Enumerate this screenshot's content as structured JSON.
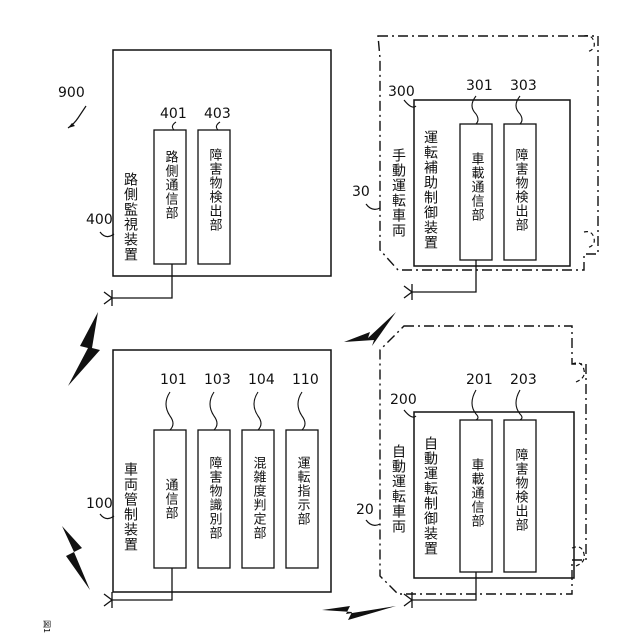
{
  "figure": {
    "label": "図1",
    "system_number": "900"
  },
  "road_device": {
    "number": "400",
    "title": "路側監視装置",
    "units": [
      {
        "number": "401",
        "label": "路側通信部"
      },
      {
        "number": "403",
        "label": "障害物検出部"
      }
    ]
  },
  "vehicle_control": {
    "number": "100",
    "title": "車両管制装置",
    "units": [
      {
        "number": "101",
        "label": "通信部"
      },
      {
        "number": "103",
        "label": "障害物識別部"
      },
      {
        "number": "104",
        "label": "混雑度判定部"
      },
      {
        "number": "110",
        "label": "運転指示部"
      }
    ]
  },
  "manual_vehicle": {
    "number": "30",
    "vehicle_label": "手動運転車両",
    "device_number": "300",
    "device_title": "運転補助制御装置",
    "units": [
      {
        "number": "301",
        "label": "車載通信部"
      },
      {
        "number": "303",
        "label": "障害物検出部"
      }
    ]
  },
  "auto_vehicle": {
    "number": "20",
    "vehicle_label": "自動運転車両",
    "device_number": "200",
    "device_title": "自動運転制御装置",
    "units": [
      {
        "number": "201",
        "label": "車載通信部"
      },
      {
        "number": "203",
        "label": "障害物検出部"
      }
    ]
  }
}
